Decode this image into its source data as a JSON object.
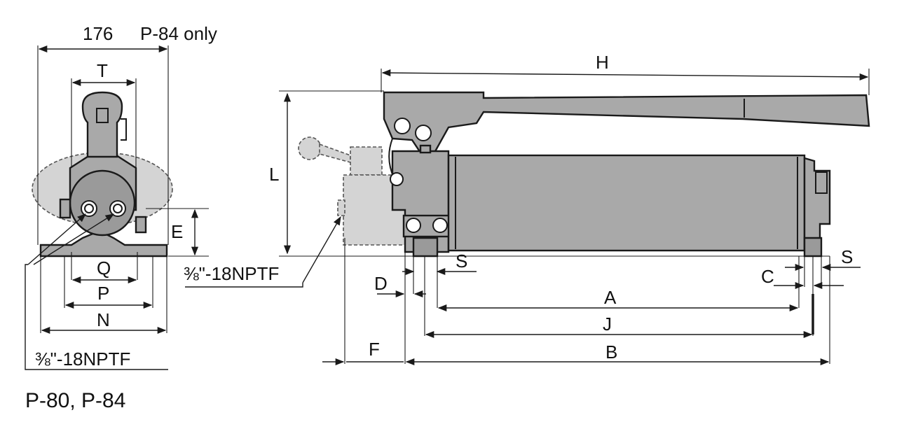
{
  "labels": {
    "width_176": "176",
    "p84_only": "P-84 only",
    "T": "T",
    "E": "E",
    "Q": "Q",
    "P": "P",
    "N": "N",
    "thread_end": "⅜\"-18NPTF",
    "thread_side": "⅜\"-18NPTF",
    "models": "P-80,  P-84",
    "H": "H",
    "L": "L",
    "S_left": "S",
    "S_right": "S",
    "D": "D",
    "C": "C",
    "A": "A",
    "J": "J",
    "F": "F",
    "B": "B"
  },
  "colors": {
    "body": "#a9a9a9",
    "ghost": "#d4d4d4",
    "line": "#1a1a1a"
  }
}
